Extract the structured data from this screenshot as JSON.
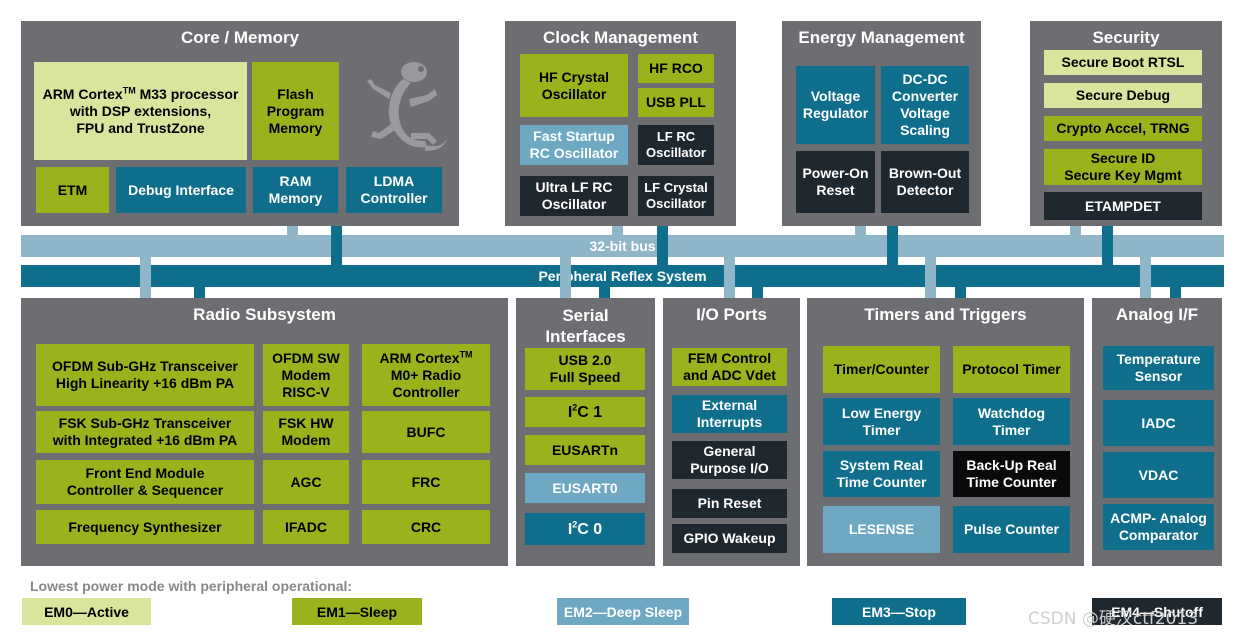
{
  "bus": {
    "bus32_label": "32-bit bus",
    "prs_label": "Peripheral Reflex System",
    "bus32_color": "#8fb5c8",
    "prs_color": "#0f6e8c"
  },
  "core_memory": {
    "title": "Core / Memory",
    "cpu": {
      "pre": "ARM Cortex",
      "tm": "TM",
      "post": " M33 processor\nwith DSP extensions,\nFPU and TrustZone"
    },
    "flash": "Flash\nProgram\nMemory",
    "etm": "ETM",
    "debug": "Debug Interface",
    "ram": "RAM\nMemory",
    "ldma": "LDMA\nController"
  },
  "clock": {
    "title": "Clock Management",
    "hfxo": "HF Crystal\nOscillator",
    "hfrco": "HF RCO",
    "usbpll": "USB PLL",
    "fsrco": "Fast Startup\nRC Oscillator",
    "lfrco": "LF RC\nOscillator",
    "ulfrco": "Ultra LF RC\nOscillator",
    "lfxo": "LF Crystal\nOscillator"
  },
  "energy": {
    "title": "Energy Management",
    "vreg": "Voltage\nRegulator",
    "dcdc": "DC-DC\nConverter\nVoltage\nScaling",
    "por": "Power-On\nReset",
    "bod": "Brown-Out\nDetector"
  },
  "security": {
    "title": "Security",
    "secure_boot": "Secure Boot RTSL",
    "secure_debug": "Secure Debug",
    "crypto": "Crypto Accel, TRNG",
    "secure_id": "Secure ID\nSecure Key Mgmt",
    "etampdet": "ETAMPDET"
  },
  "radio": {
    "title": "Radio Subsystem",
    "ofdm_trx": "OFDM Sub-GHz Transceiver\nHigh Linearity +16 dBm PA",
    "ofdm_modem": "OFDM SW\nModem\nRISC-V",
    "arm_m0": {
      "pre": "ARM Cortex",
      "tm": "TM",
      "post": "\nM0+ Radio\nController"
    },
    "fsk_trx": "FSK Sub-GHz Transceiver\nwith Integrated +16 dBm PA",
    "fsk_modem": "FSK HW\nModem",
    "bufc": "BUFC",
    "fem": "Front End Module\nController & Sequencer",
    "agc": "AGC",
    "frc": "FRC",
    "synth": "Frequency Synthesizer",
    "ifadc": "IFADC",
    "crc": "CRC"
  },
  "serial": {
    "title": "Serial\nInterfaces",
    "usb": "USB 2.0\nFull Speed",
    "i2c1": {
      "pre": "I",
      "sup": "2",
      "post": "C 1"
    },
    "eusartn": "EUSARTn",
    "eusart0": "EUSART0",
    "i2c0": {
      "pre": "I",
      "sup": "2",
      "post": "C 0"
    }
  },
  "io": {
    "title": "I/O Ports",
    "fem_ctrl": "FEM Control\nand ADC Vdet",
    "ext_int": "External\nInterrupts",
    "gpio": "General\nPurpose I/O",
    "pin_reset": "Pin Reset",
    "gpio_wakeup": "GPIO Wakeup"
  },
  "timers": {
    "title": "Timers and Triggers",
    "timer_counter": "Timer/Counter",
    "protocol_timer": "Protocol Timer",
    "low_energy_timer": "Low Energy\nTimer",
    "watchdog": "Watchdog\nTimer",
    "sysrtc": "System Real\nTime Counter",
    "burtc": "Back-Up Real\nTime Counter",
    "lesense": "LESENSE",
    "pulse_counter": "Pulse Counter"
  },
  "analog": {
    "title": "Analog I/F",
    "temp": "Temperature\nSensor",
    "iadc": "IADC",
    "vdac": "VDAC",
    "acmp": "ACMP- Analog\nComparator"
  },
  "legend": {
    "heading": "Lowest power mode with peripheral operational:",
    "em0": "EM0—Active",
    "em1": "EM1—Sleep",
    "em2": "EM2—Deep Sleep",
    "em3": "EM3—Stop",
    "em4": "EM4—Shutoff"
  },
  "watermark": "CSDN @硬汉ctf2013"
}
